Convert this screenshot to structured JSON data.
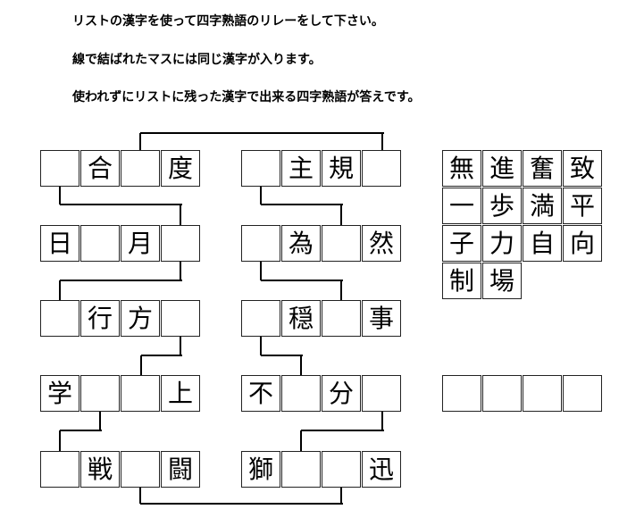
{
  "instructions": [
    "リストの漢字を使って四字熟語のリレーをして下さい。",
    "線で結ばれたマスには同じ漢字が入ります。",
    "使われずにリストに残った漢字で出来る四字熟語が答えです。"
  ],
  "puzzle": {
    "left_column": [
      [
        "",
        "合",
        "",
        "度"
      ],
      [
        "日",
        "",
        "月",
        ""
      ],
      [
        "",
        "行",
        "方",
        ""
      ],
      [
        "学",
        "",
        "",
        "上"
      ],
      [
        "",
        "戦",
        "",
        "闘"
      ]
    ],
    "right_column": [
      [
        "",
        "主",
        "規",
        ""
      ],
      [
        "",
        "為",
        "",
        "然"
      ],
      [
        "",
        "穏",
        "",
        "事"
      ],
      [
        "不",
        "",
        "分",
        ""
      ],
      [
        "獅",
        "",
        "",
        "迅"
      ]
    ]
  },
  "kanji_list": [
    [
      "無",
      "進",
      "奮",
      "致"
    ],
    [
      "一",
      "歩",
      "満",
      "平"
    ],
    [
      "子",
      "力",
      "自",
      "向"
    ],
    [
      "制",
      "場"
    ]
  ],
  "answer_boxes": [
    "",
    "",
    "",
    ""
  ]
}
